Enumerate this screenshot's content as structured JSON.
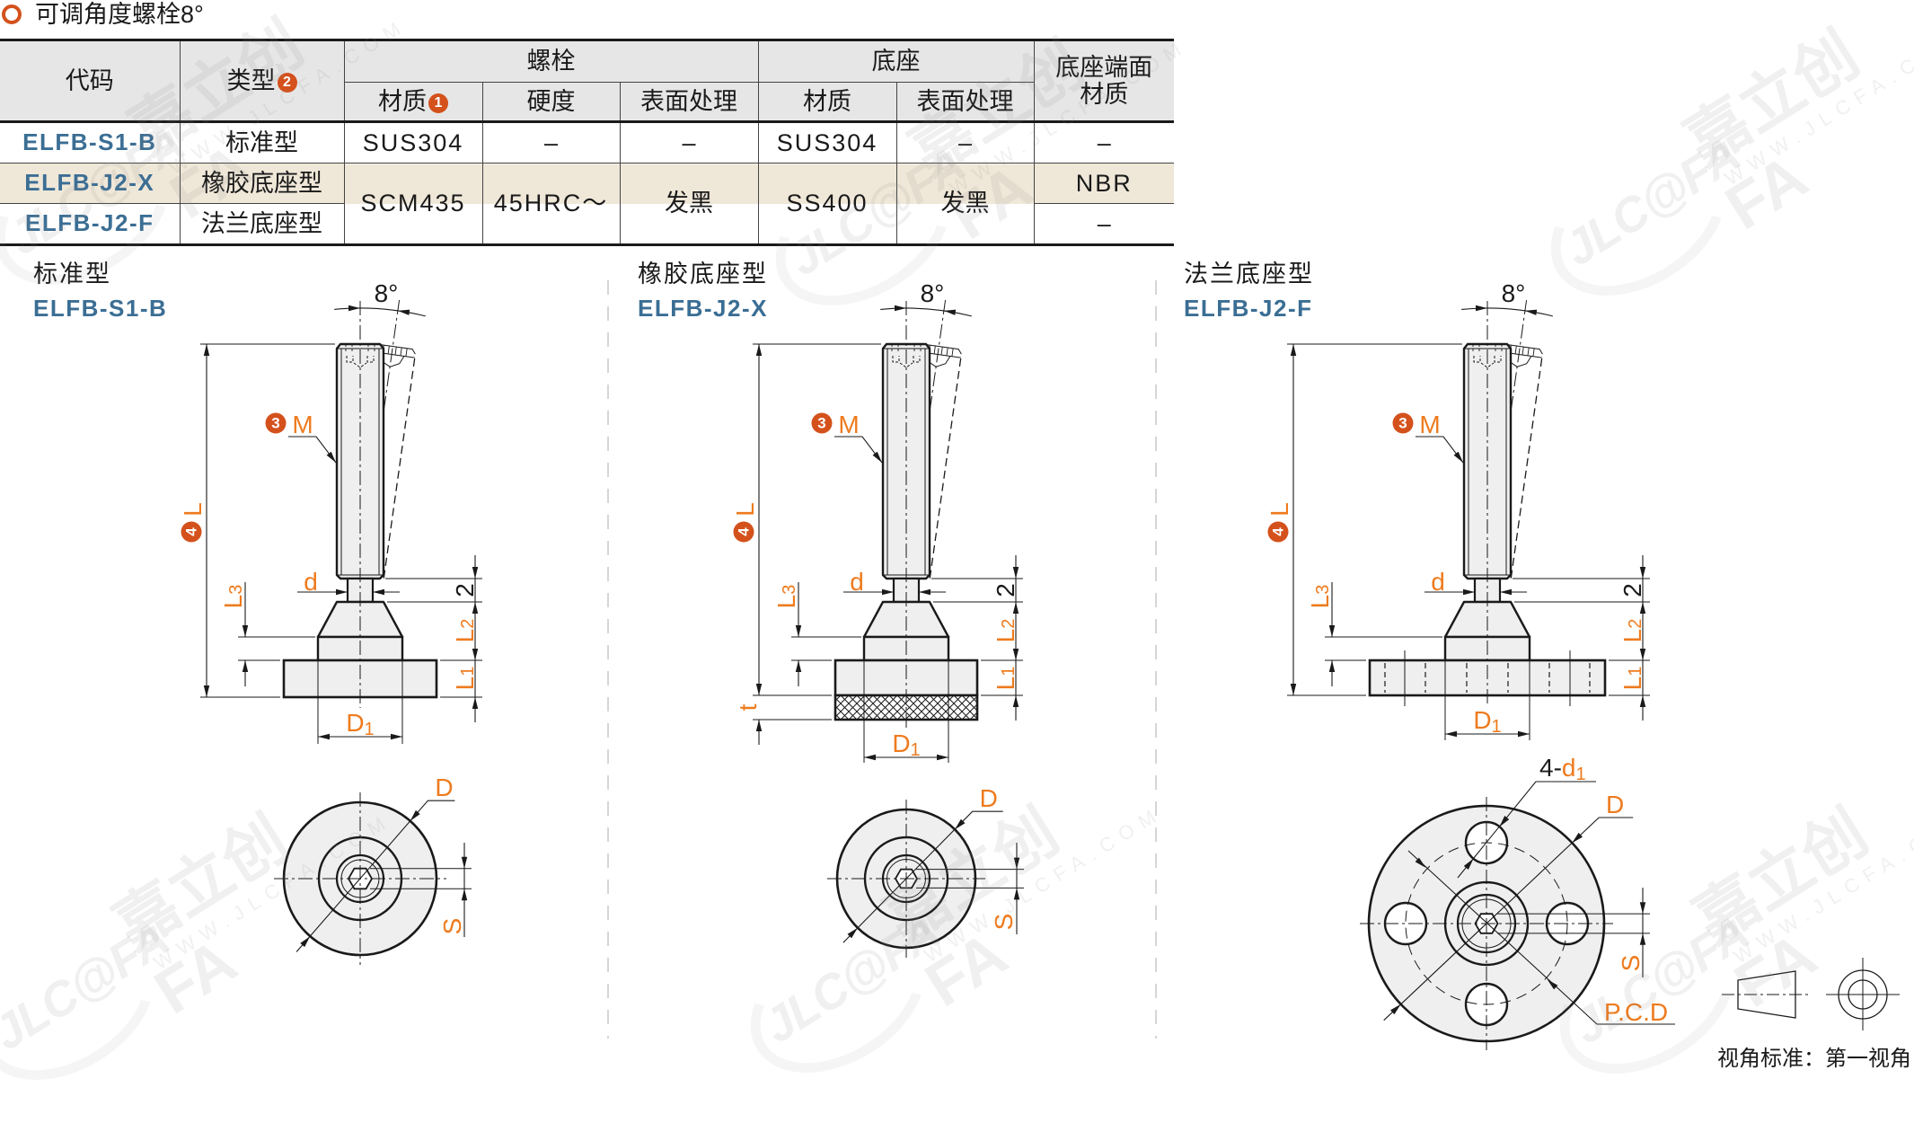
{
  "page_title": {
    "icon": "ring-icon",
    "text": "可调角度螺栓8°"
  },
  "colors": {
    "accent_orange": "#d4511c",
    "label_orange": "#ee7b1e",
    "code_blue": "#3b6e94",
    "header_bg": "#e6e6e6",
    "highlight_row_bg": "#efe7d8",
    "line": "#1a1a1a",
    "part_fill": "#efefef",
    "separator": "#c9c9c9"
  },
  "table": {
    "headers": {
      "code": "代码",
      "type": "类型",
      "type_badge": "2",
      "bolt": "螺栓",
      "bolt_material": "材质",
      "bolt_material_badge": "1",
      "bolt_hardness": "硬度",
      "bolt_surface_treatment": "表面处理",
      "base": "底座",
      "base_material": "材质",
      "base_surface_treatment": "表面处理",
      "base_end_face_material": [
        "底座端面",
        "材质"
      ]
    },
    "rows": [
      {
        "code": "ELFB-S1-B",
        "type": "标准型",
        "bolt_material": "SUS304",
        "bolt_hardness": "–",
        "bolt_surface_treatment": "–",
        "base_material": "SUS304",
        "base_surface_treatment": "–",
        "base_end_face_material": "–"
      },
      {
        "code": "ELFB-J2-X",
        "type": "橡胶底座型",
        "base_end_face_material": "NBR",
        "highlighted": true
      },
      {
        "code": "ELFB-J2-F",
        "type": "法兰底座型",
        "base_end_face_material": "–"
      }
    ],
    "shared_rows_2_3": {
      "bolt_material": "SCM435",
      "bolt_hardness": "45HRC～",
      "bolt_surface_treatment": "发黑",
      "base_material": "SS400",
      "base_surface_treatment": "发黑"
    }
  },
  "drawings": [
    {
      "name": "标准型",
      "code": "ELFB-S1-B"
    },
    {
      "name": "橡胶底座型",
      "code": "ELFB-J2-X"
    },
    {
      "name": "法兰底座型",
      "code": "ELFB-J2-F"
    }
  ],
  "dimension_labels": {
    "angle": "8°",
    "M": "M",
    "M_badge": "3",
    "L": "L",
    "L_badge": "4",
    "d": "d",
    "neck_length": "2",
    "L1": {
      "base": "L",
      "sub": "1"
    },
    "L2": {
      "base": "L",
      "sub": "2"
    },
    "L3": {
      "base": "L",
      "sub": "3"
    },
    "D1": {
      "base": "D",
      "sub": "1"
    },
    "D": "D",
    "S": "S",
    "t": "t",
    "holes": {
      "count": "4-",
      "base": "d",
      "sub": "1"
    },
    "pcd": "P.C.D"
  },
  "projection": {
    "label": "视角标准：第一视角",
    "symbol": "first-angle-projection-icon"
  },
  "watermark": {
    "logo": "JLC@FA",
    "brand": "嘉立创FA",
    "url": "WWW.JLCFA.COM"
  }
}
